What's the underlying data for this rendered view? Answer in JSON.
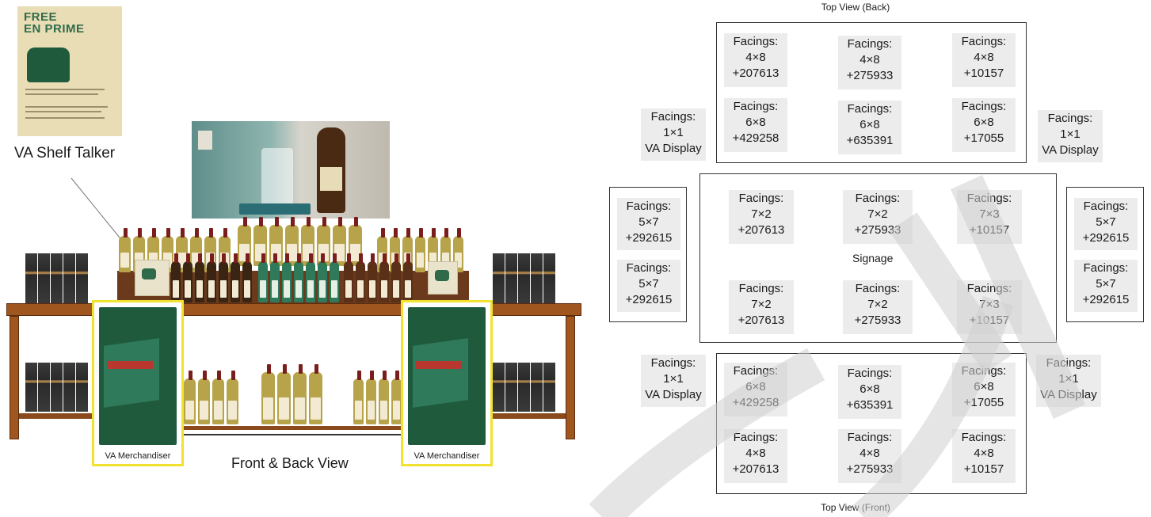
{
  "left_panel": {
    "shelf_talker": {
      "image_title_line1": "FREE",
      "image_title_line2": "EN PRIME",
      "caption": "VA Shelf Talker"
    },
    "merchandiser_left_label": "VA Merchandiser",
    "merchandiser_right_label": "VA Merchandiser",
    "front_back_label": "Front & Back View"
  },
  "top_view": {
    "back_label": "Top View (Back)",
    "front_label": "Top View (Front)",
    "signage_label": "Signage",
    "back_grid": [
      {
        "title": "Facings:",
        "size": "4×8",
        "code": "+207613"
      },
      {
        "title": "Facings:",
        "size": "4×8",
        "code": "+275933"
      },
      {
        "title": "Facings:",
        "size": "4×8",
        "code": "+10157"
      },
      {
        "title": "Facings:",
        "size": "6×8",
        "code": "+429258"
      },
      {
        "title": "Facings:",
        "size": "6×8",
        "code": "+635391"
      },
      {
        "title": "Facings:",
        "size": "6×8",
        "code": "+17055"
      }
    ],
    "center_grid": [
      {
        "title": "Facings:",
        "size": "7×2",
        "code": "+207613"
      },
      {
        "title": "Facings:",
        "size": "7×2",
        "code": "+275933"
      },
      {
        "title": "Facings:",
        "size": "7×3",
        "code": "+10157"
      },
      {
        "title": "Facings:",
        "size": "7×2",
        "code": "+207613"
      },
      {
        "title": "Facings:",
        "size": "7×2",
        "code": "+275933"
      },
      {
        "title": "Facings:",
        "size": "7×3",
        "code": "+10157"
      }
    ],
    "front_grid": [
      {
        "title": "Facings:",
        "size": "6×8",
        "code": "+429258"
      },
      {
        "title": "Facings:",
        "size": "6×8",
        "code": "+635391"
      },
      {
        "title": "Facings:",
        "size": "6×8",
        "code": "+17055"
      },
      {
        "title": "Facings:",
        "size": "4×8",
        "code": "+207613"
      },
      {
        "title": "Facings:",
        "size": "4×8",
        "code": "+275933"
      },
      {
        "title": "Facings:",
        "size": "4×8",
        "code": "+10157"
      }
    ],
    "left_end": [
      {
        "title": "Facings:",
        "size": "5×7",
        "code": "+292615"
      },
      {
        "title": "Facings:",
        "size": "5×7",
        "code": "+292615"
      }
    ],
    "right_end": [
      {
        "title": "Facings:",
        "size": "5×7",
        "code": "+292615"
      },
      {
        "title": "Facings:",
        "size": "5×7",
        "code": "+292615"
      }
    ],
    "va_displays": [
      {
        "title": "Facings:",
        "size": "1×1",
        "code": "VA Display"
      },
      {
        "title": "Facings:",
        "size": "1×1",
        "code": "VA Display"
      },
      {
        "title": "Facings:",
        "size": "1×1",
        "code": "VA Display"
      },
      {
        "title": "Facings:",
        "size": "1×1",
        "code": "VA Display"
      }
    ]
  },
  "colors": {
    "wood": "#a0561f",
    "merchandiser_outline": "#f2e230",
    "facing_bg": "#ececec",
    "watermark": "#cfcfcf"
  }
}
